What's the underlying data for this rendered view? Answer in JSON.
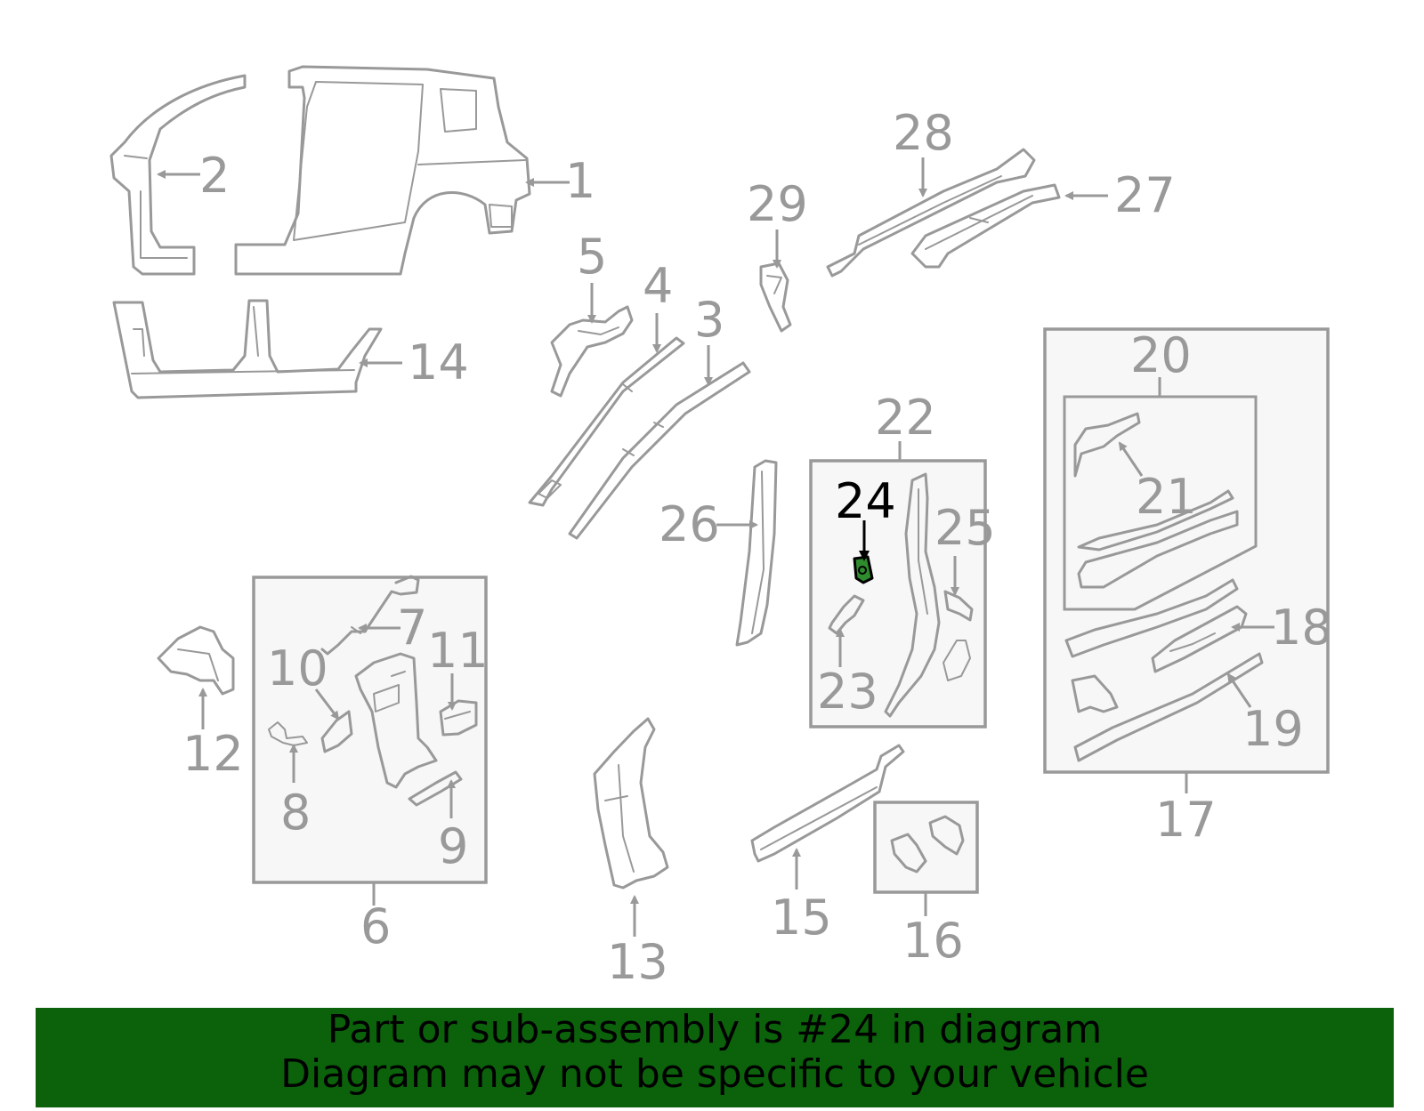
{
  "colors": {
    "part_stroke": "#999999",
    "box_fill": "#f7f7f7",
    "highlight_part": "#2e8b2e",
    "highlight_stroke": "#000000",
    "banner_bg": "#0b620b",
    "banner_text": "#000000"
  },
  "highlighted_part": "24",
  "callouts": {
    "c1": "1",
    "c2": "2",
    "c3": "3",
    "c4": "4",
    "c5": "5",
    "c6": "6",
    "c7": "7",
    "c8": "8",
    "c9": "9",
    "c10": "10",
    "c11": "11",
    "c12": "12",
    "c13": "13",
    "c14": "14",
    "c15": "15",
    "c16": "16",
    "c17": "17",
    "c18": "18",
    "c19": "19",
    "c20": "20",
    "c21": "21",
    "c22": "22",
    "c23": "23",
    "c24": "24",
    "c25": "25",
    "c26": "26",
    "c27": "27",
    "c28": "28",
    "c29": "29"
  },
  "banner": {
    "line1": "Part or sub-assembly is #24 in diagram",
    "line2": "Diagram may not be specific to your vehicle"
  }
}
